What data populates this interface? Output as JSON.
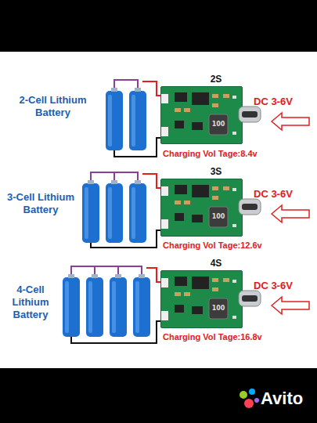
{
  "diagram": {
    "nodes": [
      {
        "text": [
          "2S"
        ]
      },
      {
        "text": [
          "3S"
        ]
      },
      {
        "text": [
          "4S"
        ]
      }
    ],
    "labels": [
      "2-Cell Lithium Battery",
      "100",
      "DC 3-6V",
      "Charging Vol Tage:8.4v",
      "3-Cell Lithium Battery",
      "100",
      "DC 3-6V",
      "Charging Vol Tage:12.6v",
      "4-Cell Lithium Battery",
      "100",
      "DC 3-6V",
      "Charging Vol Tage:16.8v",
      "Avito"
    ]
  }
}
